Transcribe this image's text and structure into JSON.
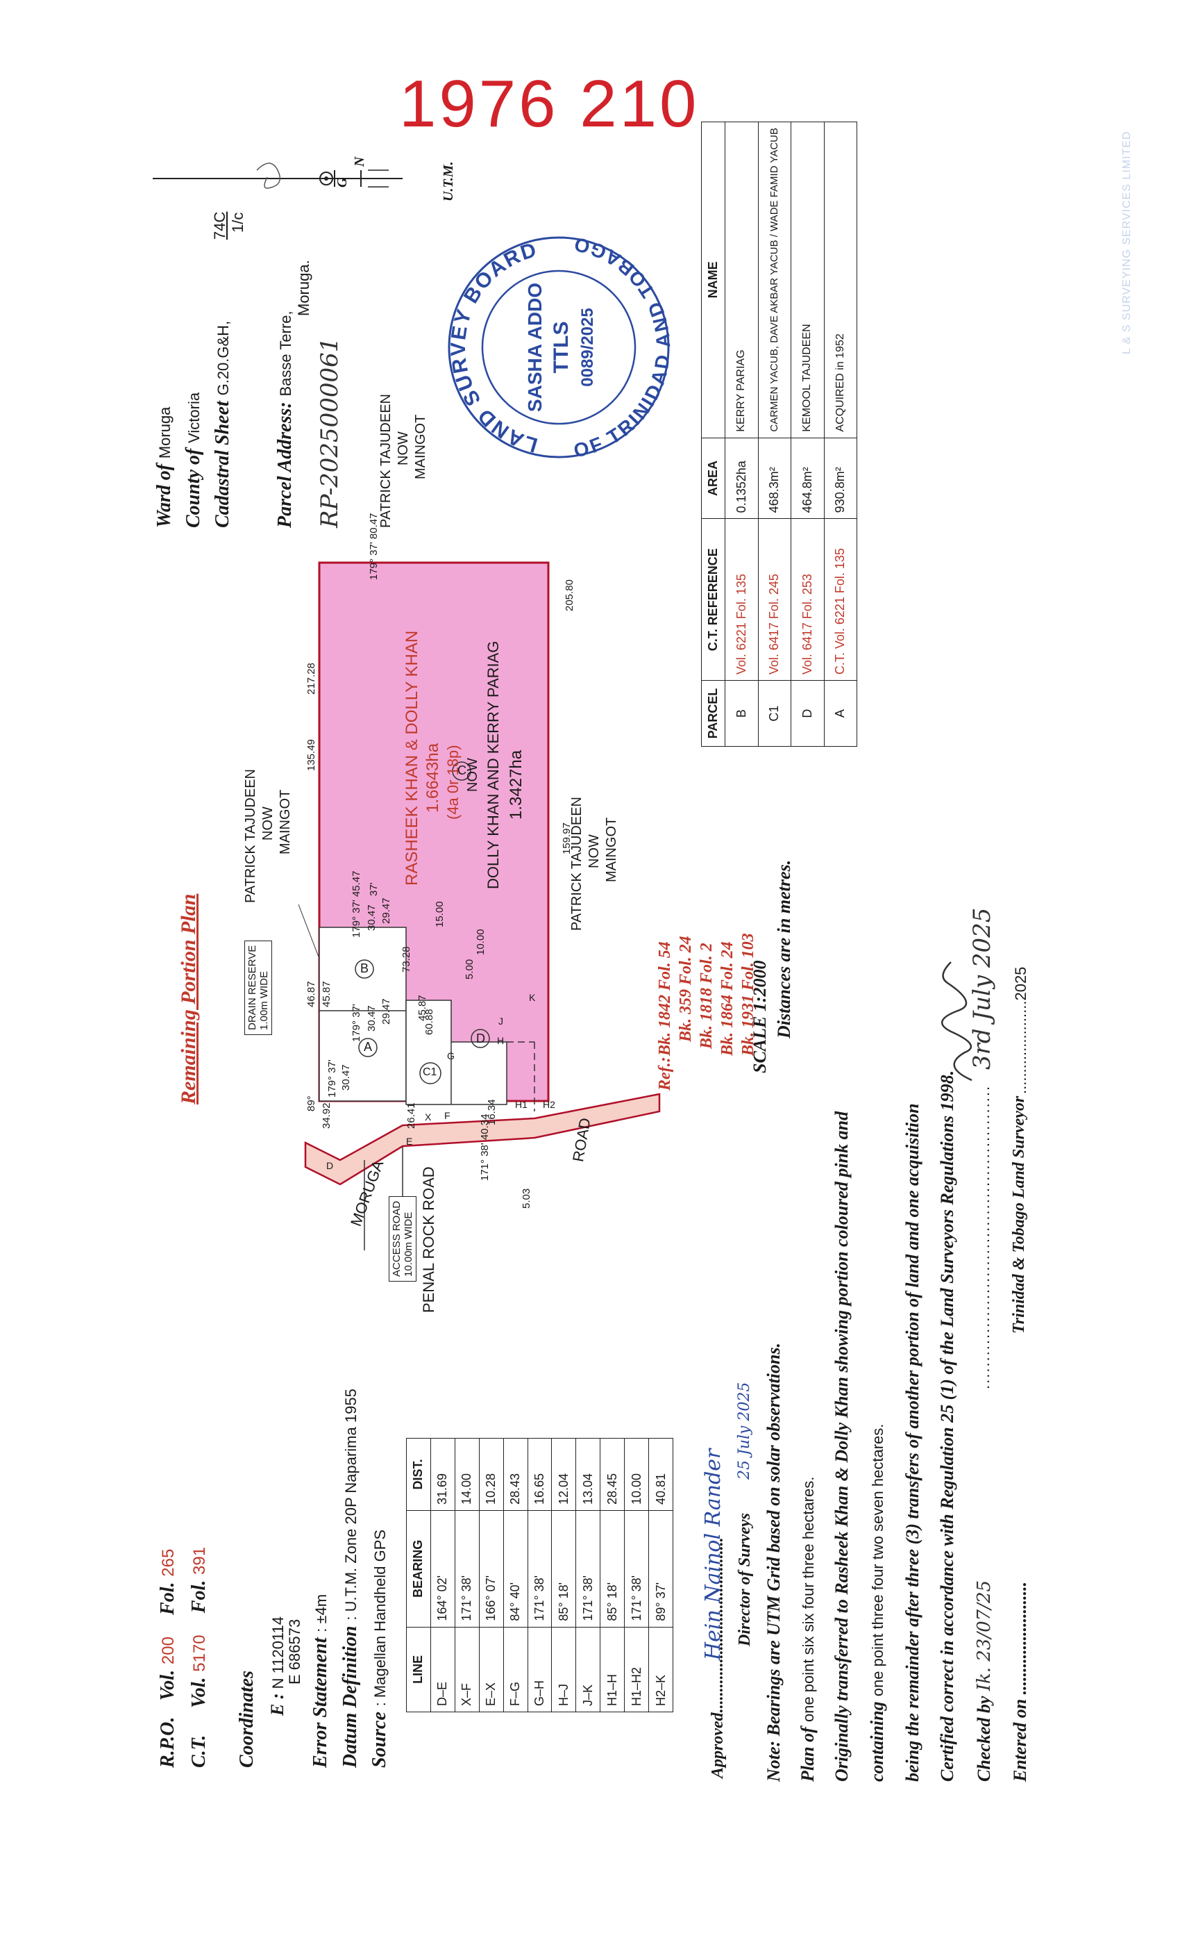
{
  "stamp_number": "1976  210",
  "watermark": "L & S SURVEYING SERVICES LIMITED",
  "north": {
    "g": "G",
    "n": "N",
    "utm": "U.T.M."
  },
  "header": {
    "ward_label": "Ward of",
    "ward_value": "Moruga",
    "county_label": "County of",
    "county_value": "Victoria",
    "sheet_label": "Cadastral Sheet",
    "sheet_value": "G.20.G&H,",
    "sheet_suffix_top": "74C",
    "sheet_suffix_bottom": "1/c",
    "parcel_address_label": "Parcel Address:",
    "parcel_address_value": "Basse Terre,",
    "parcel_address_line2": "Moruga.",
    "rp_number": "RP-2025000061"
  },
  "seal": {
    "ring_top": "LAND SURVEY BOARD",
    "ring_bottom": "OF TRINIDAD AND TOBAGO",
    "name": "SASHA ADDO",
    "code": "TTLS",
    "number": "0089/2025"
  },
  "parcels_table": {
    "headers": [
      "PARCEL",
      "C.T. REFERENCE",
      "AREA",
      "NAME"
    ],
    "rows": [
      [
        "B",
        "Vol. 6221 Fol. 135",
        "0.1352ha",
        "KERRY PARIAG"
      ],
      [
        "C1",
        "Vol. 6417 Fol. 245",
        "468.3m²",
        "CARMEN YACUB, DAVE AKBAR YACUB / WADE FAMID YACUB"
      ],
      [
        "D",
        "Vol. 6417 Fol. 253",
        "464.8m²",
        "KEMOOL TAJUDEEN"
      ],
      [
        "A",
        "C.T. Vol. 6221 Fol. 135",
        "930.8m²",
        "ACQUIRED in 1952"
      ]
    ]
  },
  "plan": {
    "title": "Remaining Portion Plan",
    "owner_main": "RASHEEK KHAN & DOLLY KHAN",
    "area_main": "1.6643ha",
    "area_main_imperial": "(4a 0r 18p)",
    "now": "NOW",
    "owner_now": "DOLLY KHAN AND KERRY PARIAG",
    "area_now": "1.3427ha",
    "neighbor_top": [
      "PATRICK TAJUDEEN",
      "NOW",
      "MAINGOT"
    ],
    "neighbor_mid": [
      "PATRICK TAJUDEEN",
      "NOW",
      "MAINGOT"
    ],
    "neighbor_bottom": [
      "PATRICK TAJUDEEN",
      "NOW",
      "MAINGOT"
    ],
    "drain_reserve": [
      "DRAIN RESERVE",
      "1.00m WIDE"
    ],
    "access_road": [
      "ACCESS ROAD",
      "10.00m WIDE"
    ],
    "road_moruga": "MORUGA",
    "road_label": "ROAD",
    "penal_rock_road": "PENAL ROCK ROAD",
    "dims": {
      "top": "179°  37'   80.47",
      "right_side": "205.80",
      "left_side_a": "217.28",
      "left_side_b": "135.49",
      "bottom": "159.97",
      "b_top": "179°  37'  45.47",
      "b_a": "30.47",
      "b_b": "29.47",
      "b_c": "15.00",
      "a_a": "179°  37'",
      "a_b": "30.47",
      "a_c": "29.47",
      "a_d": "179°  37'",
      "a_e": "30.47",
      "side1": "46.87",
      "side2": "45.87",
      "side3": "73.28",
      "side4": "45.87",
      "x_g": "60.88",
      "g_h": "5.00",
      "j_k": "10.00",
      "f_h": "16.34",
      "e_h1": "171° 38'  40.34",
      "d_e": "34.92",
      "a_e_dist": "26.41",
      "h2_dim": "5.03",
      "b89": "89°",
      "b37": "37'"
    },
    "parcel_labels": [
      "A",
      "B",
      "C",
      "C1",
      "D"
    ],
    "point_labels": [
      "D",
      "E",
      "X",
      "F",
      "G",
      "H",
      "J",
      "K",
      "H1",
      "H2"
    ]
  },
  "refs": {
    "label": "Ref.:",
    "items": [
      "Bk. 1842 Fol. 54",
      "Bk. 359 Fol. 24",
      "Bk. 1818 Fol. 2",
      "Bk. 1864 Fol. 24",
      "Bk. 1931 Fol. 103"
    ],
    "scale": "SCALE 1:2000",
    "distances": "Distances are in metres."
  },
  "left_block": {
    "rpo_label": "R.P.O.",
    "rpo_vol": "Vol.",
    "rpo_vol_val": "200",
    "rpo_fol": "Fol.",
    "rpo_fol_val": "265",
    "ct_label": "C.T.",
    "ct_vol": "Vol.",
    "ct_vol_val": "5170",
    "ct_fol": "Fol.",
    "ct_fol_val": "391",
    "coordinates_label": "Coordinates",
    "coord_e_label": "E :",
    "coord_n": "N 1120114",
    "coord_e": "E 686573",
    "error_label": "Error Statement",
    "error_value": ": ±4m",
    "datum_label": "Datum Definition",
    "datum_value": ": U.T.M. Zone 20P Naparima 1955",
    "source_label": "Source",
    "source_value": ": Magellan Handheld GPS"
  },
  "bearing_table": {
    "headers": [
      "LINE",
      "BEARING",
      "DIST."
    ],
    "rows": [
      [
        "D–E",
        "164° 02'",
        "31.69"
      ],
      [
        "X–F",
        "171° 38'",
        "14.00"
      ],
      [
        "E–X",
        "166° 07'",
        "10.28"
      ],
      [
        "F–G",
        "84° 40'",
        "28.43"
      ],
      [
        "G–H",
        "171° 38'",
        "16.65"
      ],
      [
        "H–J",
        "85° 18'",
        "12.04"
      ],
      [
        "J–K",
        "171° 38'",
        "13.04"
      ],
      [
        "H1–H",
        "85° 18'",
        "28.45"
      ],
      [
        "H1–H2",
        "171° 38'",
        "10.00"
      ],
      [
        "H2–K",
        "89° 37'",
        "40.81"
      ]
    ]
  },
  "bottom": {
    "approved": "Approved..........................................",
    "approved_sig": "Hein Nainol Rander",
    "approved_date": "25 July 2025",
    "director": "Director of Surveys",
    "note": "Note: Bearings are UTM Grid based on solar observations.",
    "plan_of_label": "Plan of",
    "plan_of_value": "one point six six four three hectares.",
    "orig1": "Originally transferred to Rasheek Khan & Dolly Khan showing portion coloured pink and",
    "containing_label": "containing",
    "containing_value": "one point three four two seven hectares.",
    "remainder": "being the remainder after three (3) transfers of another portion of land and one acquisition",
    "certified": "Certified correct in accordance with Regulation 25 (1) of the Land Surveyors Regulations 1998.",
    "checked_label": "Checked by",
    "checked_value": "Ik. 23/07/25",
    "entered_label": "Entered on .........................",
    "signature_line": "......................................................",
    "surveyor": "Trinidad & Tobago Land Surveyor",
    "surveyor_date": "3rd July 2025",
    "surveyor_date_printed": "......................2025"
  },
  "colors": {
    "pink": "#f2a8d6",
    "red_line": "#b01028",
    "road_fill": "#f7d0c8",
    "blue": "#2b4aa0",
    "stamp_red": "#d2232a"
  }
}
